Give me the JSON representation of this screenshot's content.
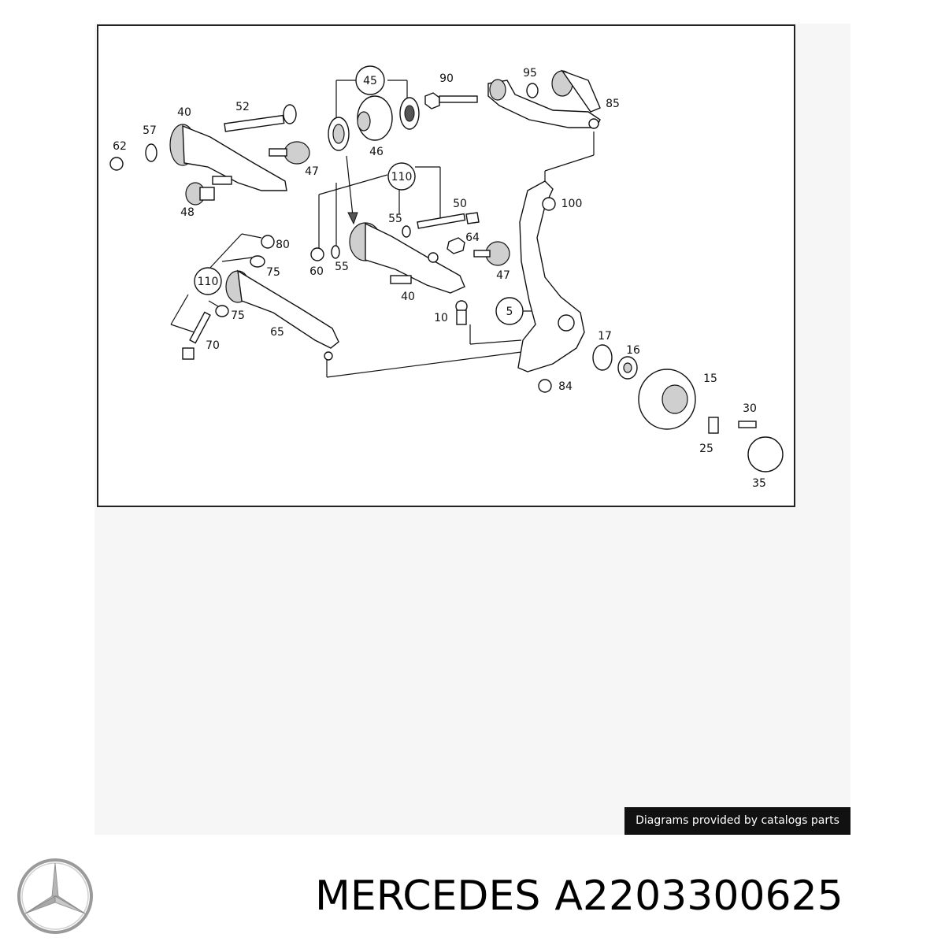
{
  "diagram": {
    "callouts": [
      "45",
      "90",
      "95",
      "40",
      "52",
      "57",
      "62",
      "46",
      "47",
      "48",
      "85",
      "110",
      "100",
      "50",
      "55",
      "64",
      "60",
      "80",
      "75",
      "70",
      "65",
      "10",
      "5",
      "17",
      "16",
      "15",
      "84",
      "30",
      "25",
      "35"
    ]
  },
  "credit": {
    "text": "Diagrams provided by catalogs parts"
  },
  "brand": {
    "name": "MERCEDES",
    "part_number": "A2203300625"
  }
}
